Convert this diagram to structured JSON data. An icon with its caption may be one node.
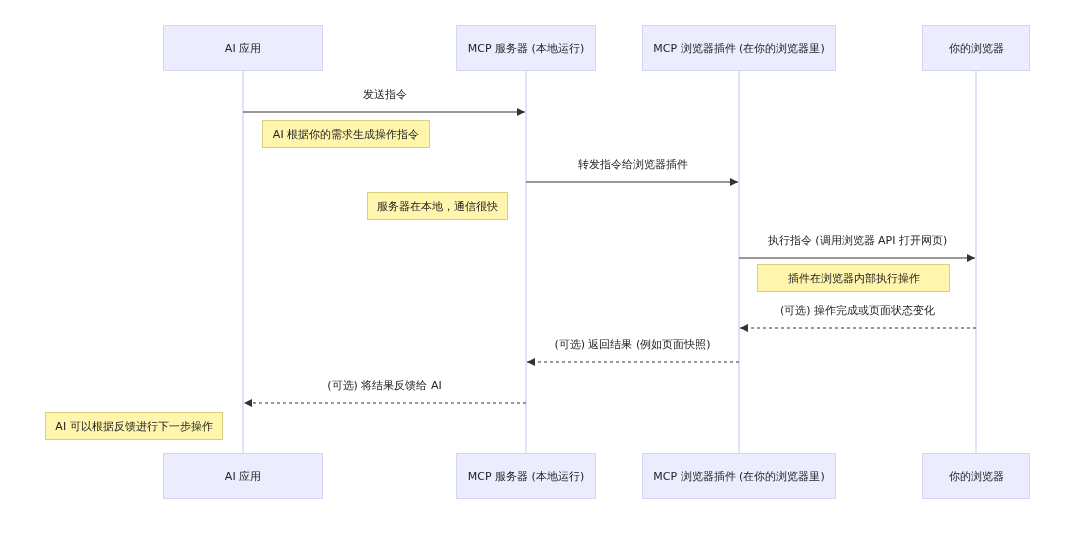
{
  "diagram": {
    "nodes": [
      {
        "text": [
          "AI 应用"
        ]
      },
      {
        "text": [
          "MCP 服务器 (本地运行)"
        ]
      },
      {
        "text": [
          "MCP 浏览器插件 (在你的浏览器里)"
        ]
      },
      {
        "text": [
          "你的浏览器"
        ]
      },
      {
        "text": [
          "AI 应用"
        ]
      },
      {
        "text": [
          "MCP 服务器 (本地运行)"
        ]
      },
      {
        "text": [
          "MCP 浏览器插件 (在你的浏览器里)"
        ]
      },
      {
        "text": [
          "你的浏览器"
        ]
      },
      {
        "text": [
          "AI 根据你的需求生成操作指令"
        ]
      },
      {
        "text": [
          "服务器在本地，通信很快"
        ]
      },
      {
        "text": [
          "插件在浏览器内部执行操作"
        ]
      },
      {
        "text": [
          "AI 可以根据反馈进行下一步操作"
        ]
      }
    ],
    "edges": [
      {
        "from": 0,
        "to": 4,
        "arrow": "none",
        "color": "#cfcfef"
      },
      {
        "from": 1,
        "to": 5,
        "arrow": "none",
        "color": "#cfcfef"
      },
      {
        "from": 2,
        "to": 6,
        "arrow": "none",
        "color": "#cfcfef"
      },
      {
        "from": 3,
        "to": 7,
        "arrow": "none",
        "color": "#cfcfef"
      }
    ],
    "labels": [
      "发送指令",
      "转发指令给浏览器插件",
      "执行指令 (调用浏览器 API 打开网页)",
      "(可选) 操作完成或页面状态变化",
      "(可选) 返回结果 (例如页面快照)",
      "(可选) 将结果反馈给 AI"
    ]
  }
}
